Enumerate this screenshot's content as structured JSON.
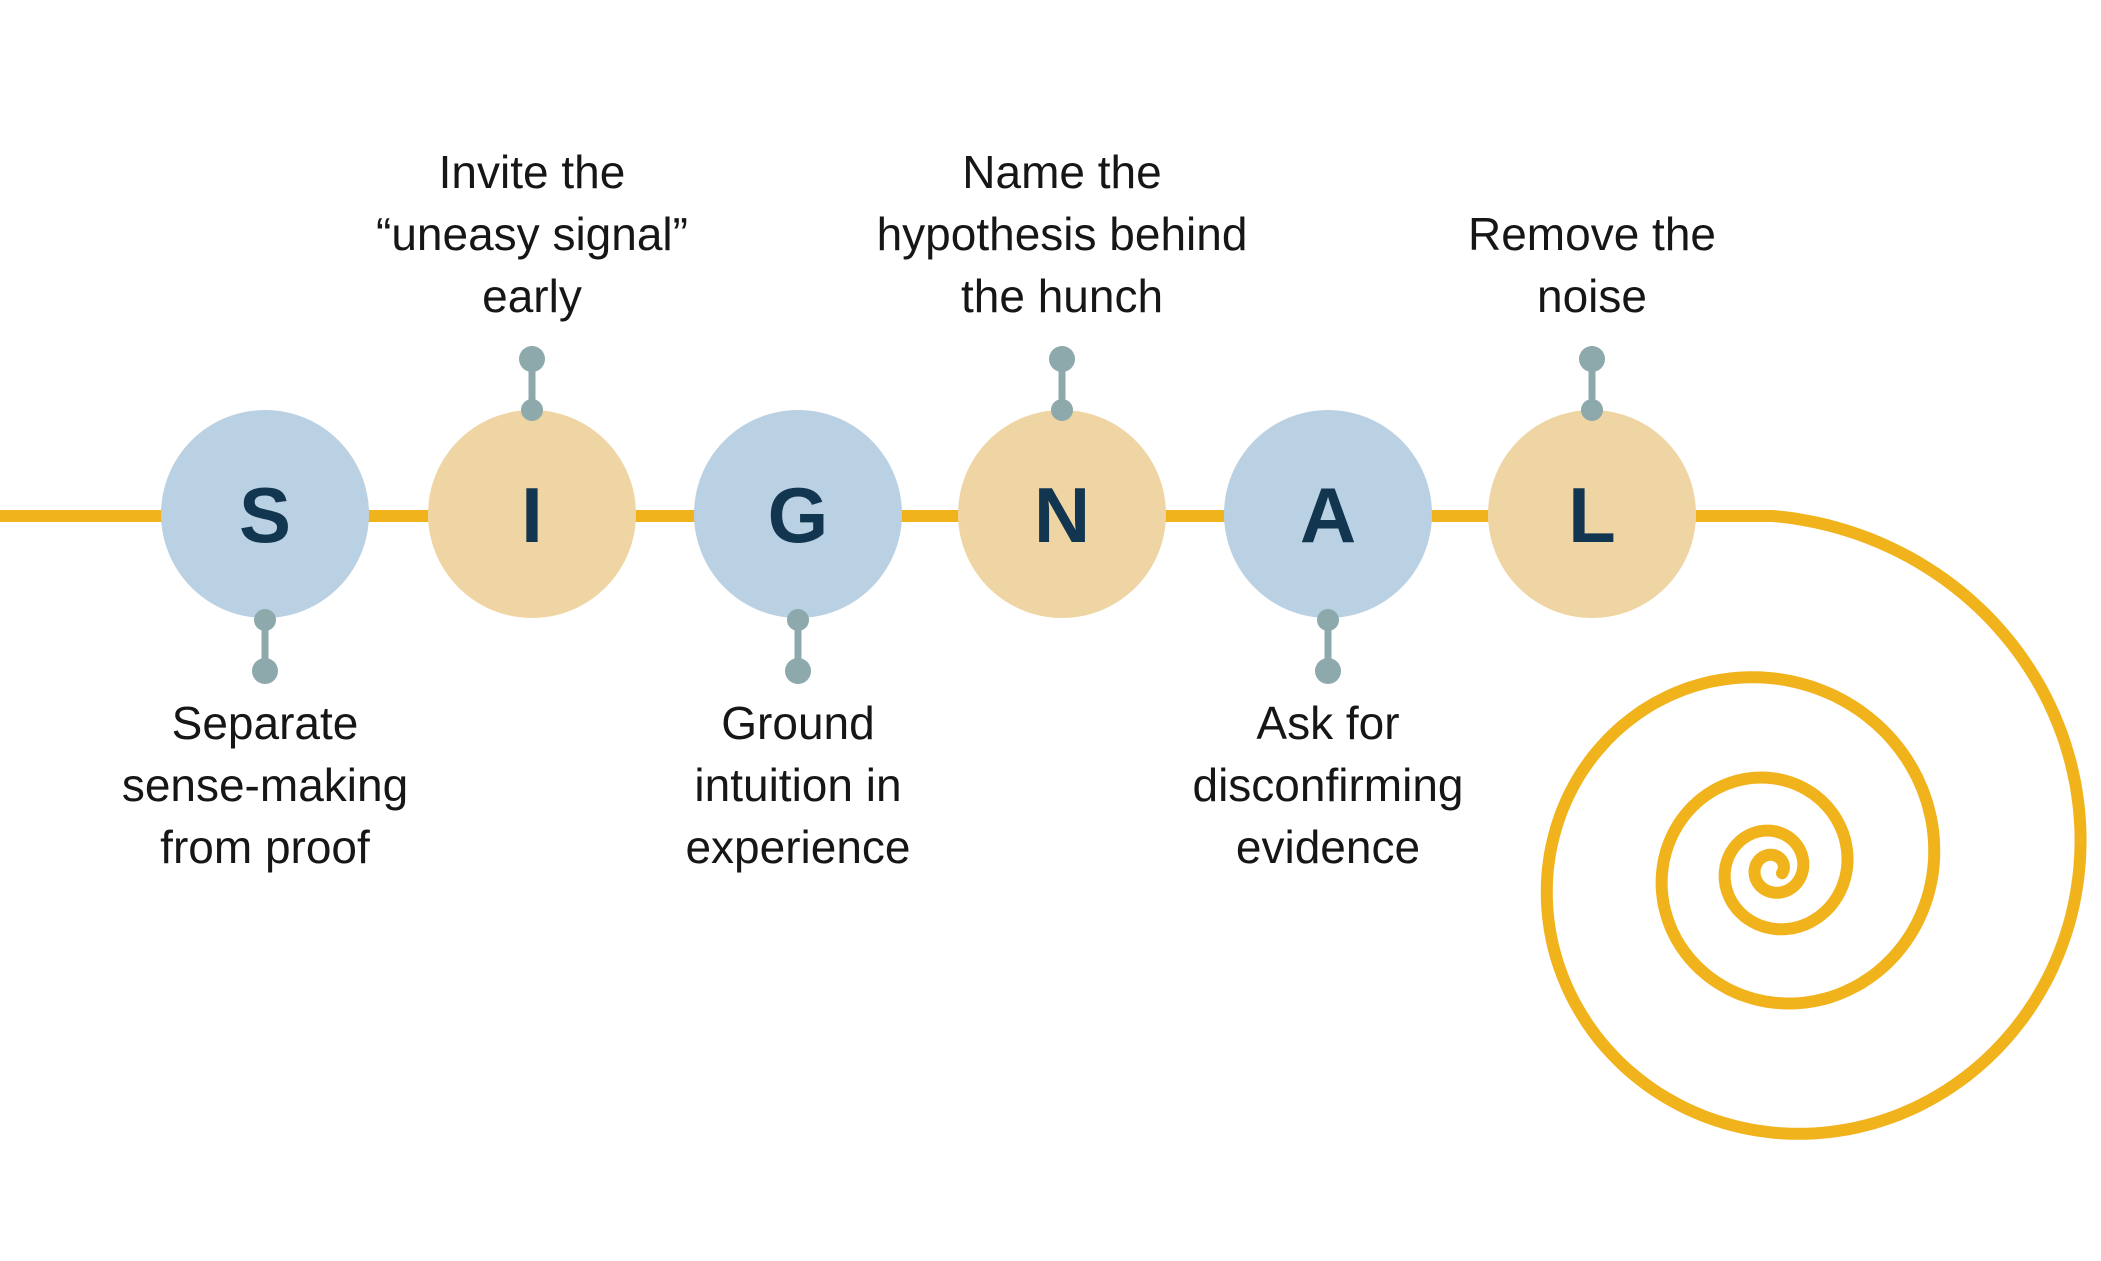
{
  "acronym": "SIGNAL",
  "colors": {
    "yellow": "#F1B31C",
    "blue": "#BAD0E3",
    "tan": "#EFD5A3",
    "navy": "#123650",
    "connector": "#8DA9AB",
    "text": "#161616"
  },
  "steps": [
    {
      "letter": "S",
      "circle": "blue",
      "label_position": "below",
      "label_lines": [
        "Separate",
        "sense-making",
        "from proof"
      ]
    },
    {
      "letter": "I",
      "circle": "tan",
      "label_position": "above",
      "label_lines": [
        "Invite the",
        "“uneasy signal”",
        "early"
      ]
    },
    {
      "letter": "G",
      "circle": "blue",
      "label_position": "below",
      "label_lines": [
        "Ground",
        "intuition in",
        "experience"
      ]
    },
    {
      "letter": "N",
      "circle": "tan",
      "label_position": "above",
      "label_lines": [
        "Name the",
        "hypothesis behind",
        "the hunch"
      ]
    },
    {
      "letter": "A",
      "circle": "blue",
      "label_position": "below",
      "label_lines": [
        "Ask for",
        "disconfirming",
        "evidence"
      ]
    },
    {
      "letter": "L",
      "circle": "tan",
      "label_position": "above",
      "label_lines": [
        "Remove the",
        "noise"
      ]
    }
  ]
}
